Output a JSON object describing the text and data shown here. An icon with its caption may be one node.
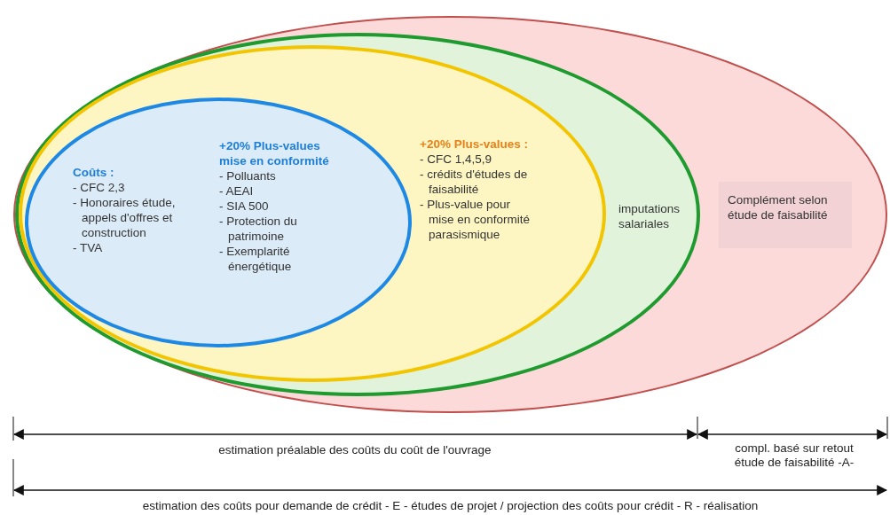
{
  "diagram": {
    "nodes": [
      {
        "text": [
          "Complément selon étude de faisabilité"
        ]
      },
      {
        "text": [
          "imputations salariales"
        ],
        "in": 0
      },
      {
        "text": [
          "+20% Plus-values :",
          "- CFC 1,4,5,9",
          "- crédits d'études de faisabilité",
          "- Plus-value pour mise en conformité parasismique"
        ],
        "in": 1
      },
      {
        "text": [
          "Coûts :",
          "- CFC 2,3",
          "- Honoraires étude, appels d'offres et construction",
          "- TVA",
          "+20% Plus-values mise en conformité",
          "- Polluants",
          "- AEAI",
          "- SIA 500",
          "- Protection du patrimoine",
          "- Exemplarité énergétique"
        ],
        "in": 2
      }
    ],
    "edges": [],
    "labels": [
      "estimation préalable des coûts du coût de l'ouvrage",
      "compl. basé sur retout étude de faisabilité -A-",
      "estimation des coûts pour demande de crédit - E - études de projet / projection des coûts pour crédit - R - réalisation"
    ]
  }
}
